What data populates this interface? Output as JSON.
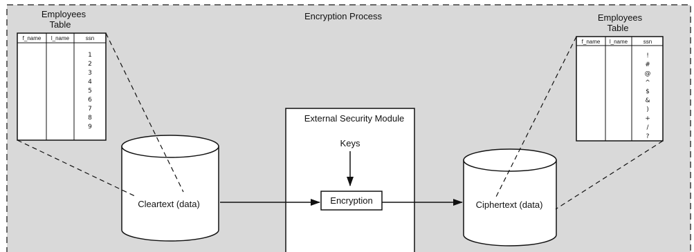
{
  "title": "Encryption Process",
  "left_table": {
    "title_line1": "Employees",
    "title_line2": "Table",
    "columns": [
      "f_name",
      "l_name",
      "ssn"
    ],
    "ssn_values": [
      "1",
      "2",
      "3",
      "4",
      "5",
      "6",
      "7",
      "8",
      "9"
    ]
  },
  "right_table": {
    "title_line1": "Employees",
    "title_line2": "Table",
    "columns": [
      "f_name",
      "l_name",
      "ssn"
    ],
    "ssn_values": [
      "!",
      "#",
      "@",
      "^",
      "$",
      "&",
      ")",
      "+",
      "/",
      "?"
    ]
  },
  "cleartext_db": {
    "label": "Cleartext (data)"
  },
  "ciphertext_db": {
    "label": "Ciphertext (data)"
  },
  "security_module": {
    "label": "External Security Module",
    "keys_label": "Keys",
    "encryption_label": "Encryption"
  },
  "colors": {
    "background": "#d9d9d9",
    "border": "#666666",
    "line": "#111111",
    "fill": "#ffffff"
  }
}
